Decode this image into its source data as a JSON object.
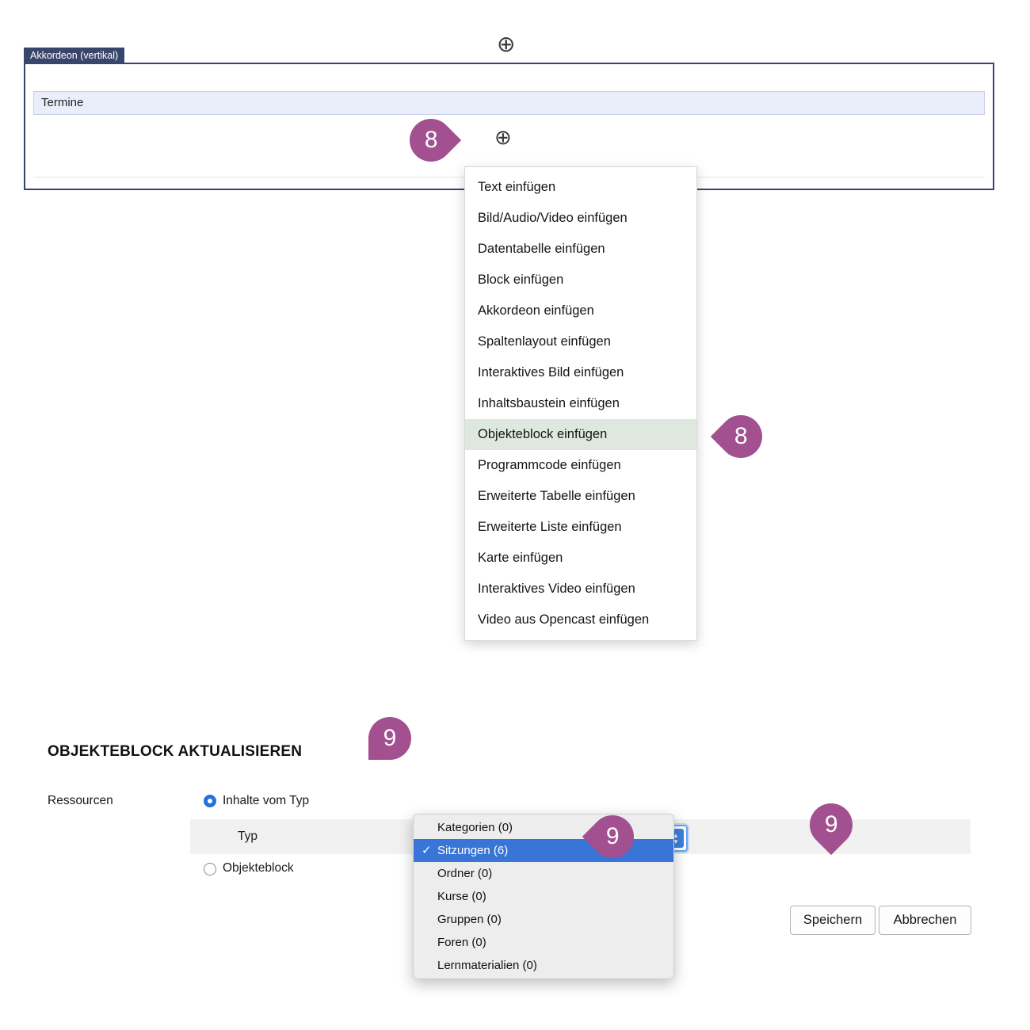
{
  "colors": {
    "marker": "#a2508f",
    "accordion_border": "#39466b",
    "menu_highlight": "#dfe8df",
    "selection_blue": "#3875d7"
  },
  "icons": {
    "add_icon": "⊕",
    "check_icon": "✓",
    "select_arrow_up_icon": "▴",
    "select_arrow_down_icon": "▾"
  },
  "markers": {
    "step_8": "8",
    "step_9": "9"
  },
  "accordion": {
    "type_label": "Akkordeon (vertikal)",
    "section_title": "Termine"
  },
  "insert_menu": {
    "items": [
      "Text einfügen",
      "Bild/Audio/Video einfügen",
      "Datentabelle einfügen",
      "Block einfügen",
      "Akkordeon einfügen",
      "Spaltenlayout einfügen",
      "Interaktives Bild einfügen",
      "Inhaltsbaustein einfügen",
      "Objekteblock einfügen",
      "Programmcode einfügen",
      "Erweiterte Tabelle einfügen",
      "Erweiterte Liste einfügen",
      "Karte einfügen",
      "Interaktives Video einfügen",
      "Video aus Opencast einfügen"
    ],
    "highlighted_item": "Objekteblock einfügen"
  },
  "update_form": {
    "heading": "OBJEKTEBLOCK AKTUALISIEREN",
    "field_label": "Ressourcen",
    "radio_content_type_label": "Inhalte vom Typ",
    "typ_label": "Typ",
    "radio_objectblock_label": "Objekteblock",
    "save_button": "Speichern",
    "cancel_button": "Abbrechen"
  },
  "typ_dropdown": {
    "selected_option": "Sitzungen (6)",
    "options": [
      "Kategorien (0)",
      "Sitzungen (6)",
      "Ordner (0)",
      "Kurse (0)",
      "Gruppen (0)",
      "Foren (0)",
      "Lernmaterialien (0)"
    ]
  }
}
